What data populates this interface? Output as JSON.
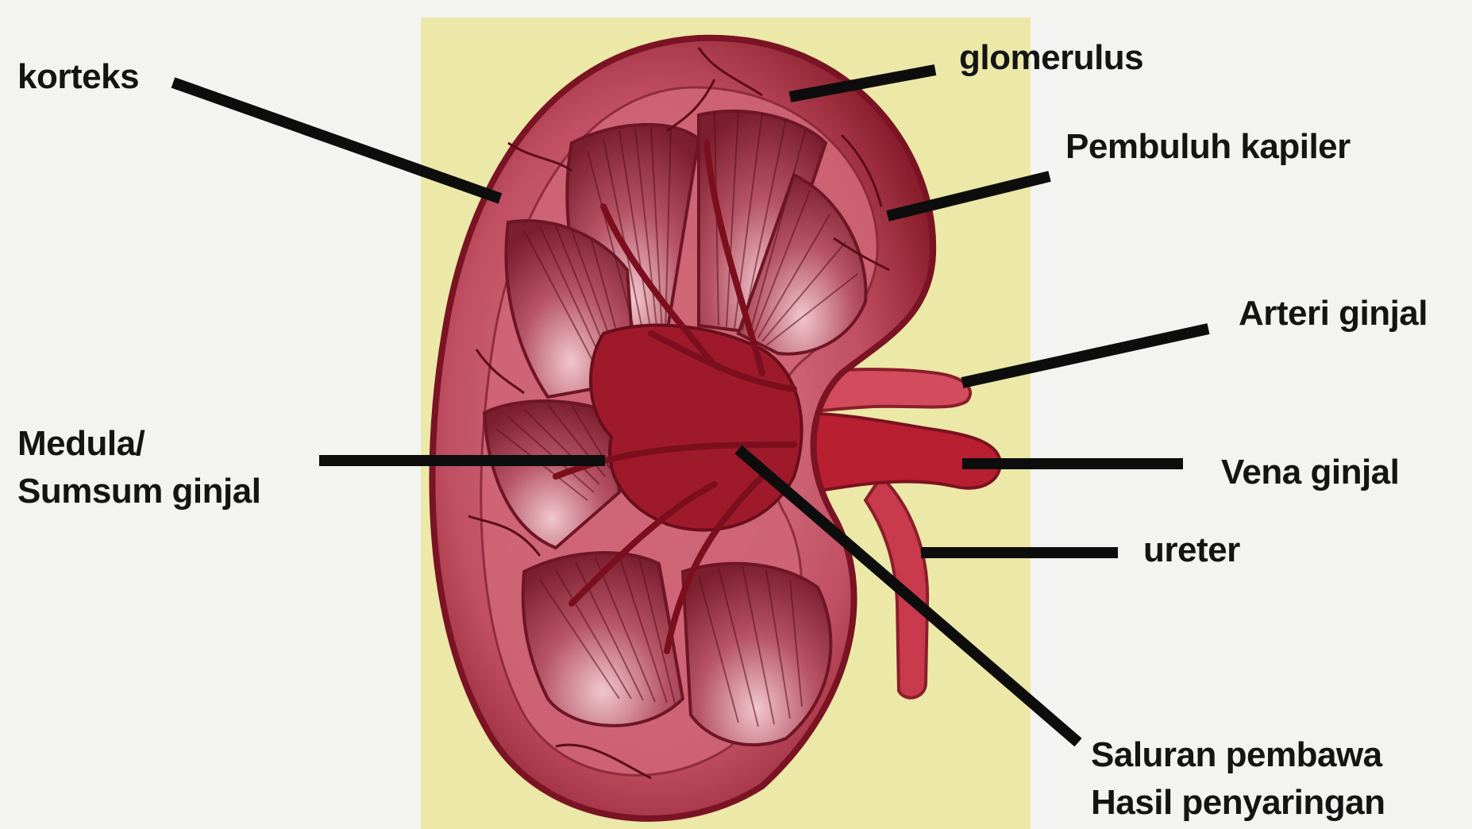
{
  "diagram": {
    "labels": {
      "korteks": "korteks",
      "glomerulus": "glomerulus",
      "pembuluh_kapiler": "Pembuluh kapiler",
      "arteri_ginjal": "Arteri ginjal",
      "medula_line1": "Medula/",
      "medula_line2": "Sumsum ginjal",
      "vena_ginjal": "Vena ginjal",
      "ureter": "ureter",
      "saluran_line1": "Saluran pembawa",
      "saluran_line2": "Hasil penyaringan"
    },
    "colors": {
      "panel": "#ece9a8",
      "background": "#f3f3f1",
      "kidney_outer": "#8a1e2c",
      "kidney_cortex": "#c8566a",
      "medulla_pyramid": "#9a3a4c",
      "vessel": "#a11a28",
      "leader_line": "#0d0d0d",
      "label_text": "#141414"
    }
  }
}
